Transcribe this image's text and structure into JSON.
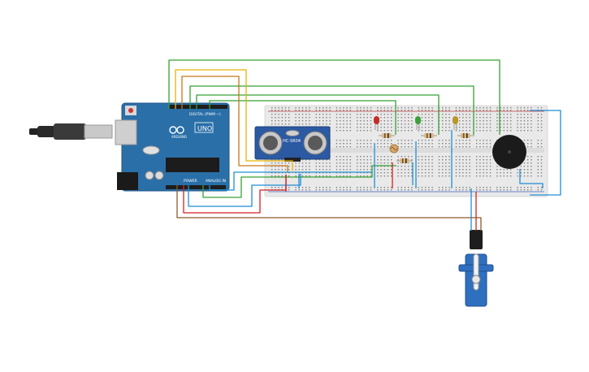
{
  "arduino": {
    "brand": "ARDUINO",
    "model": "UNO",
    "header_digital": "DIGITAL (PWM ~)",
    "header_power": "POWER",
    "header_analog": "ANALOG IN",
    "color": "#2a6fa8"
  },
  "sensor": {
    "label": "HC-SR04",
    "color": "#2b5aa3"
  },
  "breadboard": {
    "color": "#e9e9e9"
  },
  "leds": [
    {
      "name": "red",
      "color": "#c0302b"
    },
    {
      "name": "green",
      "color": "#3aa13a"
    },
    {
      "name": "yellow",
      "color": "#b8972a"
    }
  ],
  "servo": {
    "color": "#2f6fc0"
  },
  "buzzer": {
    "color": "#1b1b1b"
  },
  "wire_colors": {
    "green": "#35a035",
    "yellow": "#e6b400",
    "orange": "#c7781b",
    "brown": "#8b5a2b",
    "red": "#d42222",
    "blue": "#1f8fd6"
  }
}
